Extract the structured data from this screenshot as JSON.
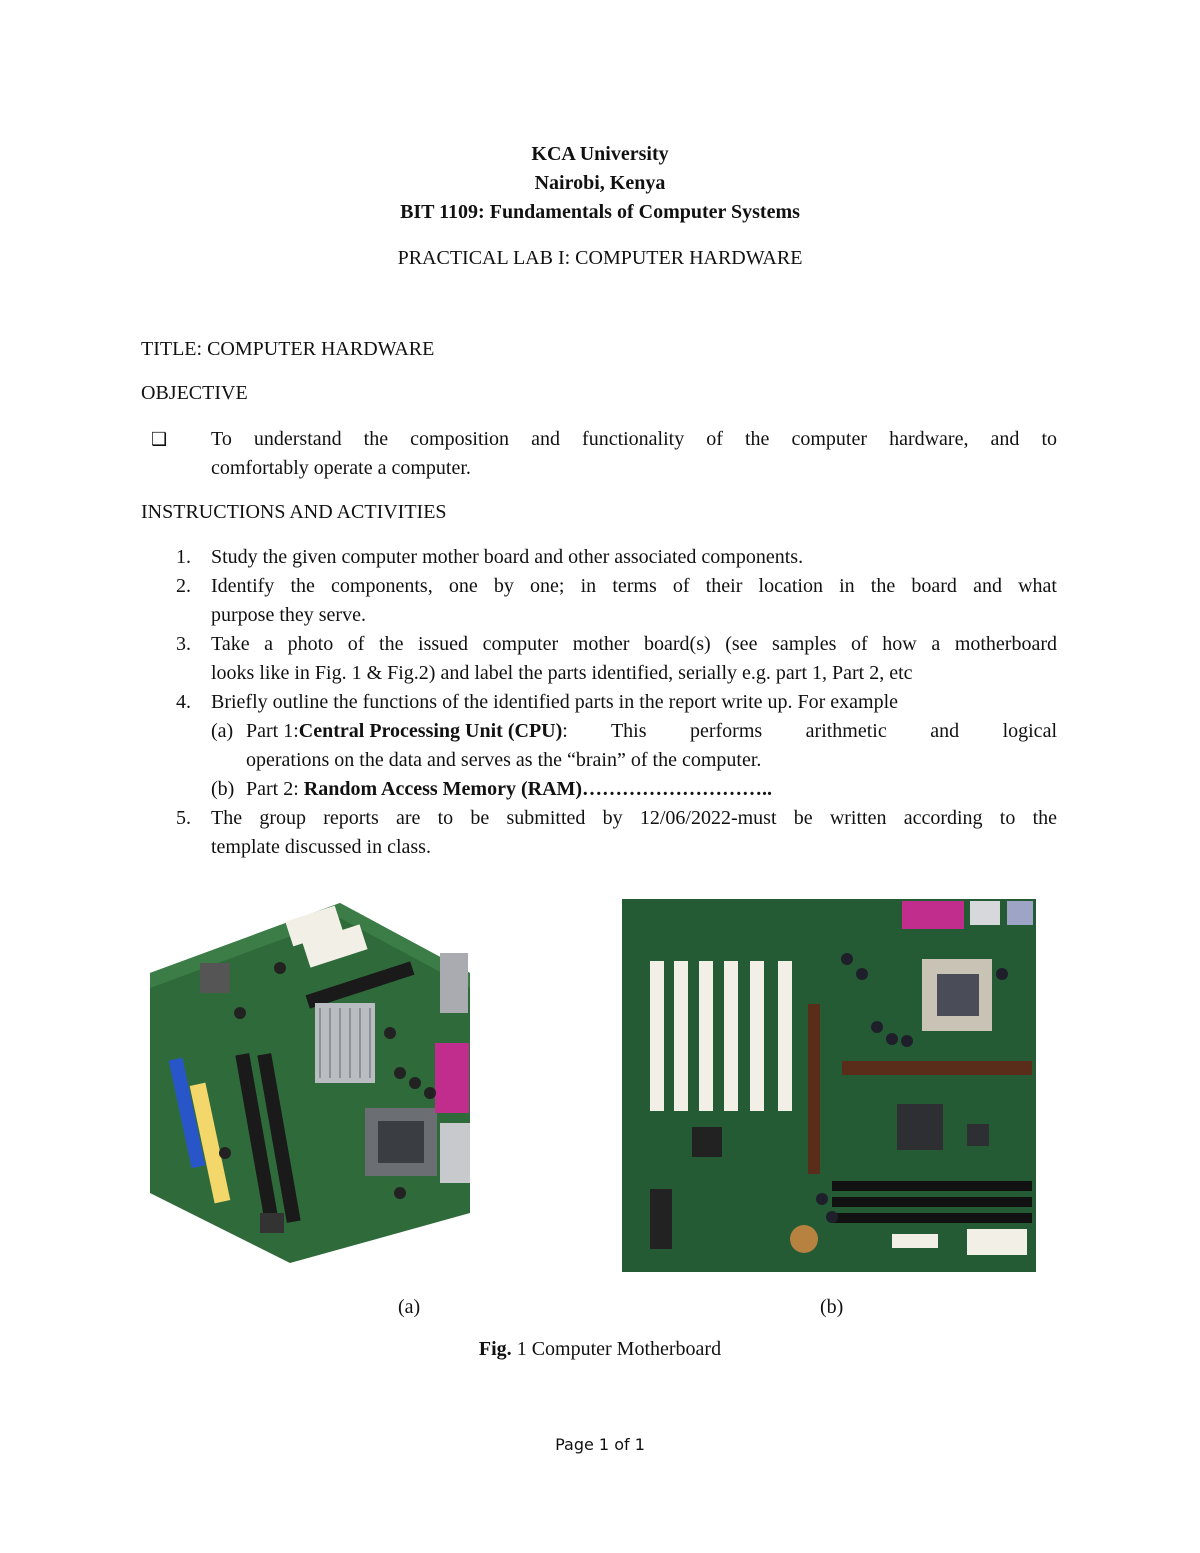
{
  "header": {
    "university": "KCA University",
    "city": "Nairobi, Kenya",
    "course": "BIT 1109: Fundamentals of Computer Systems",
    "lab_title": "PRACTICAL LAB I: COMPUTER HARDWARE"
  },
  "title_line": "TITLE: COMPUTER HARDWARE",
  "objective": {
    "heading": "OBJECTIVE",
    "bullet_icon": "checkbox-icon",
    "text_line1": "To understand the composition and functionality of the computer hardware, and to",
    "text_line2": "comfortably operate a computer."
  },
  "instructions": {
    "heading": "INSTRUCTIONS AND ACTIVITIES",
    "items": [
      {
        "num": "1.",
        "lines": [
          "Study the given computer mother board and other associated components."
        ]
      },
      {
        "num": "2.",
        "lines": [
          "Identify the components, one by one; in terms of their location in the board and what",
          "purpose they serve."
        ]
      },
      {
        "num": "3.",
        "lines": [
          "Take a photo of the issued computer mother board(s) (see samples of how a motherboard",
          "looks like in Fig. 1 & Fig.2) and label the parts identified, serially e.g. part 1, Part 2, etc"
        ]
      },
      {
        "num": "4.",
        "lines": [
          "Briefly outline the functions of the identified parts in the report write up. For example"
        ]
      },
      {
        "num": "5.",
        "lines": [
          "The group reports are to be submitted by 12/06/2022-must be written according to the",
          "template discussed in class."
        ]
      }
    ],
    "sub_a": {
      "marker": "(a)",
      "prefix": "Part 1:",
      "term": "Central Processing Unit (CPU)",
      "rest": ": This performs arithmetic and logical",
      "cont": "operations on the data and serves as the “brain” of the computer."
    },
    "sub_b": {
      "marker": "(b)",
      "prefix": "Part 2:",
      "term": "Random Access Memory (RAM)……………………….."
    }
  },
  "figure": {
    "label_a": "(a)",
    "label_b": "(b)",
    "caption_bold": "Fig.",
    "caption_rest": " 1 Computer Motherboard"
  },
  "footer": {
    "page": "Page 1 of 1"
  },
  "colors": {
    "board_green": "#2f6b3a",
    "board_dark": "#1d4a2c",
    "slot_white": "#f2efe6"
  }
}
